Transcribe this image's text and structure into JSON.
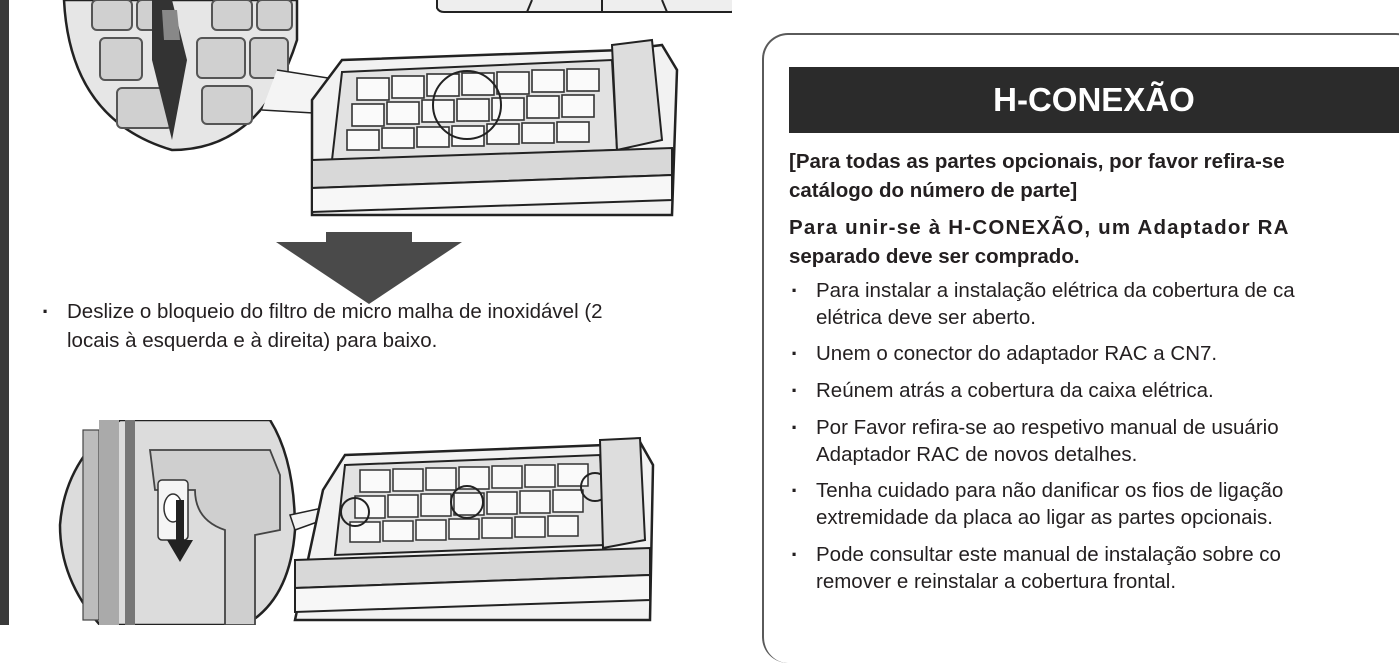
{
  "left_column": {
    "instruction_filter_lock": "Deslize o bloqueio do filtro de micro malha de inoxidável (2 locais à esquerda e à direita) para baixo.",
    "instruction_line1": "Deslize o bloqueio do filtro de micro malha de inoxidável (2",
    "instruction_line2": "locais à esquerda e à direita) para baixo."
  },
  "right_panel": {
    "title": "H-CONEXÃO",
    "note_line1": "[Para todas as partes opcionais, por favor refira-se",
    "note_line2": "catálogo do número de parte]",
    "subhead_line1": "Para unir-se à H-CONEXÃO, um Adaptador RA",
    "subhead_line2": "separado deve ser comprado.",
    "items": [
      {
        "line1": "Para instalar a instalação elétrica da cobertura de ca",
        "line2": "elétrica deve ser aberto."
      },
      {
        "line1": "Unem o conector do adaptador RAC a CN7.",
        "line2": ""
      },
      {
        "line1": "Reúnem atrás a cobertura da caixa elétrica.",
        "line2": ""
      },
      {
        "line1": "Por Favor refira-se ao respetivo manual de usuário",
        "line2": "Adaptador RAC de novos detalhes."
      },
      {
        "line1": "Tenha cuidado para não danificar os fios de ligação",
        "line2": "extremidade da placa ao ligar as partes opcionais."
      },
      {
        "line1": "Pode consultar este manual de instalação sobre co",
        "line2": "remover e reinstalar a cobertura frontal."
      }
    ]
  }
}
